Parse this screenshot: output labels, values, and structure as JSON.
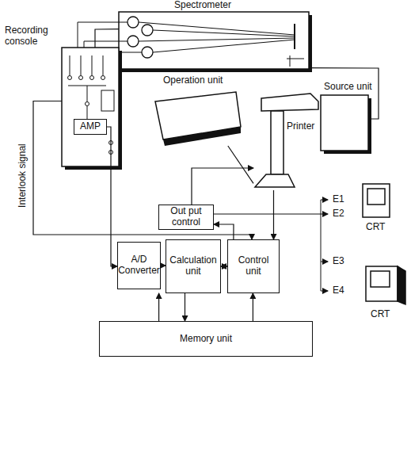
{
  "diagram": {
    "nodes": [
      {
        "text": [
          "Spectrometer"
        ]
      },
      {
        "text": [
          "Recording console"
        ]
      },
      {
        "text": [
          "AMP"
        ],
        "in": 1
      },
      {
        "text": [
          "Source unit"
        ]
      },
      {
        "text": [
          "Operation unit"
        ]
      },
      {
        "text": [
          "Printer"
        ]
      },
      {
        "text": [
          "Out put control"
        ]
      },
      {
        "text": [
          "A/D Converter"
        ]
      },
      {
        "text": [
          "Calculation unit"
        ]
      },
      {
        "text": [
          "Control unit"
        ]
      },
      {
        "text": [
          "Memory unit"
        ]
      }
    ],
    "edges": [
      {
        "from": 0,
        "to": 1,
        "arrow": "none"
      },
      {
        "from": 0,
        "to": 3,
        "arrow": "none"
      },
      {
        "from": 2,
        "to": 7,
        "arrow": "to"
      },
      {
        "from": 7,
        "to": 8,
        "arrow": "to"
      },
      {
        "from": 8,
        "to": 9,
        "arrow": "both"
      },
      {
        "from": 8,
        "to": 10,
        "arrow": "to"
      },
      {
        "from": 10,
        "to": 8,
        "arrow": "to"
      },
      {
        "from": 10,
        "to": 9,
        "arrow": "to"
      },
      {
        "from": 9,
        "to": 6,
        "arrow": "to"
      },
      {
        "from": 6,
        "to": 5,
        "arrow": "to"
      },
      {
        "from": 4,
        "to": 5,
        "arrow": "none"
      },
      {
        "from": 5,
        "to": 9,
        "arrow": "to"
      },
      {
        "from": 1,
        "to": 9,
        "arrow": "to"
      }
    ],
    "labels": [
      "Interlook signal",
      "E1",
      "E2",
      "E3",
      "E4",
      "CRT",
      "CRT"
    ]
  }
}
